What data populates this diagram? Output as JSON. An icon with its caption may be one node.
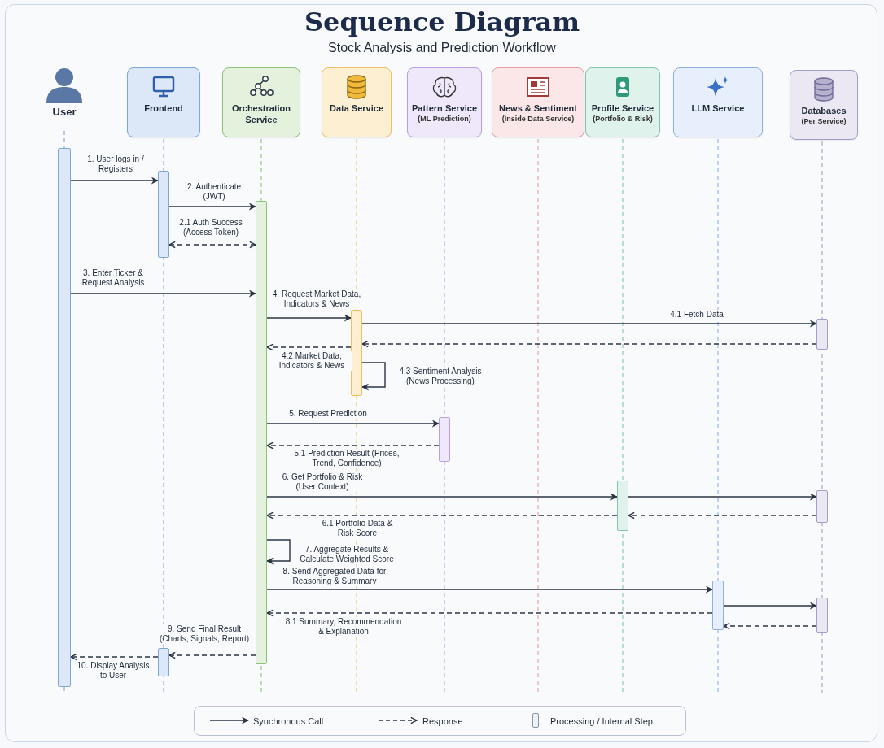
{
  "diagram": {
    "title": "Sequence Diagram",
    "nodes": [
      {
        "text": [
          "User"
        ]
      },
      {
        "text": [
          "Frontend"
        ]
      },
      {
        "text": [
          "Orchestration Service"
        ]
      },
      {
        "text": [
          "Data Service"
        ]
      },
      {
        "text": [
          "Pattern Service",
          "(ML Prediction)"
        ]
      },
      {
        "text": [
          "News & Sentiment",
          "(Inside Data Service)"
        ]
      },
      {
        "text": [
          "Profile Service",
          "(Portfolio & Risk)"
        ]
      },
      {
        "text": [
          "LLM Service"
        ]
      },
      {
        "text": [
          "Databases",
          "(Per Service)"
        ]
      },
      {
        "text": [],
        "shape": "bar"
      },
      {
        "text": [],
        "shape": "bar"
      },
      {
        "text": [],
        "shape": "bar"
      },
      {
        "text": [],
        "shape": "bar"
      },
      {
        "text": [],
        "shape": "bar"
      },
      {
        "text": [],
        "shape": "bar"
      },
      {
        "text": [],
        "shape": "bar"
      },
      {
        "text": [],
        "shape": "bar"
      },
      {
        "text": [],
        "shape": "bar"
      },
      {
        "text": [],
        "shape": "bar"
      },
      {
        "text": [],
        "shape": "bar"
      }
    ],
    "edges": [
      {
        "from": 9,
        "to": 10,
        "arrow": "to",
        "label": "1. User logs in / Registers"
      },
      {
        "from": 10,
        "to": 11,
        "arrow": "to",
        "label": "2. Authenticate (JWT)"
      },
      {
        "from": 11,
        "to": 10,
        "arrow": "both",
        "style": "dashed",
        "label": "2.1 Auth Success (Access Token)"
      },
      {
        "from": 9,
        "to": 11,
        "arrow": "to",
        "label": "3. Enter Ticker & Request Analysis"
      },
      {
        "from": 11,
        "to": 12,
        "arrow": "to",
        "label": "4. Request Market Data, Indicators & News"
      },
      {
        "from": 12,
        "to": 13,
        "arrow": "to",
        "label": "4.1 Fetch Data"
      },
      {
        "from": 13,
        "to": 12,
        "arrow": "to",
        "style": "dashed"
      },
      {
        "from": 12,
        "to": 11,
        "arrow": "to",
        "style": "dashed",
        "label": "4.2 Market Data, Indicators & News"
      },
      {
        "from": 12,
        "to": 12,
        "arrow": "to",
        "label": "4.3 Sentiment Analysis (News Processing)"
      },
      {
        "from": 11,
        "to": 14,
        "arrow": "to",
        "label": "5. Request Prediction"
      },
      {
        "from": 14,
        "to": 11,
        "arrow": "to",
        "style": "dashed",
        "label": "5.1 Prediction Result (Prices, Trend, Confidence)"
      },
      {
        "from": 11,
        "to": 15,
        "arrow": "to",
        "label": "6. Get Portfolio & Risk (User Context)"
      },
      {
        "from": 15,
        "to": 16,
        "arrow": "to"
      },
      {
        "from": 16,
        "to": 15,
        "arrow": "to",
        "style": "dashed"
      },
      {
        "from": 15,
        "to": 11,
        "arrow": "to",
        "style": "dashed",
        "label": "6.1 Portfolio Data & Risk Score"
      },
      {
        "from": 11,
        "to": 11,
        "arrow": "to",
        "label": "7. Aggregate Results & Calculate Weighted Score"
      },
      {
        "from": 11,
        "to": 17,
        "arrow": "to",
        "label": "8. Send Aggregated Data for Reasoning & Summary"
      },
      {
        "from": 17,
        "to": 18,
        "arrow": "to"
      },
      {
        "from": 18,
        "to": 17,
        "arrow": "to",
        "style": "dashed"
      },
      {
        "from": 17,
        "to": 11,
        "arrow": "to",
        "style": "dashed",
        "label": "8.1 Summary, Recommendation & Explanation"
      },
      {
        "from": 11,
        "to": 19,
        "arrow": "to",
        "style": "dashed",
        "label": "9. Send Final Result (Charts, Signals, Report)"
      },
      {
        "from": 19,
        "to": 9,
        "arrow": "to",
        "style": "dashed",
        "label": "10. Display Analysis to User"
      }
    ],
    "labels": [
      "Stock Analysis and Prediction Workflow"
    ],
    "legend": [
      {
        "text": "Synchronous Call"
      },
      {
        "text": "Response"
      },
      {
        "text": "Processing / Internal Step"
      }
    ]
  }
}
